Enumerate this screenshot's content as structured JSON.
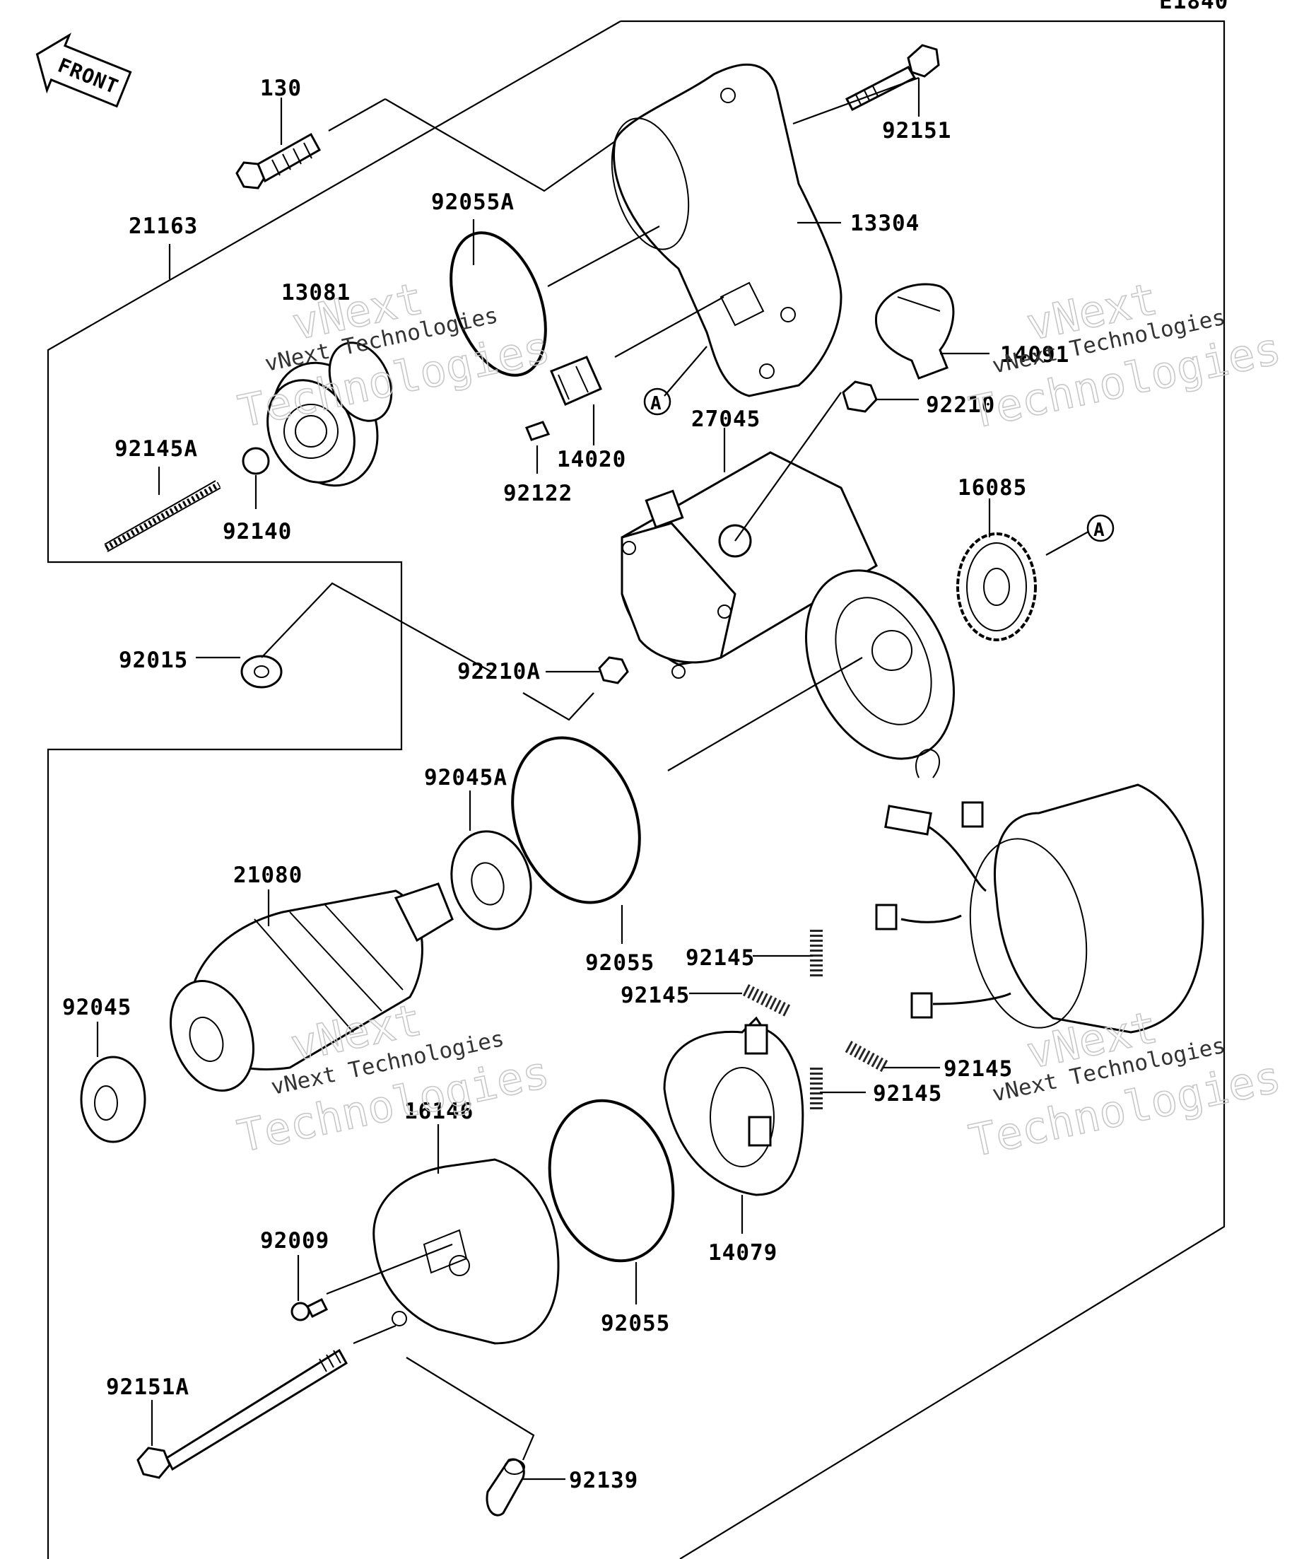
{
  "diagram_code": "E1840",
  "front_label": "FRONT",
  "reference_marker": "A",
  "watermarks": [
    {
      "big1": "vNext",
      "small": "vNext Technologies",
      "big2": "Technologies"
    },
    {
      "big1": "vNext",
      "small": "vNext Technologies",
      "big2": "Technologies"
    },
    {
      "big1": "vNext",
      "small": "vNext Technologies",
      "big2": "Technologies"
    },
    {
      "big1": "vNext",
      "small": "vNext Technologies",
      "big2": "Technologies"
    }
  ],
  "parts": {
    "p130": "130",
    "p92151": "92151",
    "p21163": "21163",
    "p92055A": "92055A",
    "p13304": "13304",
    "p13081": "13081",
    "p14091": "14091",
    "p92210": "92210",
    "p27045": "27045",
    "p14020": "14020",
    "p92145A": "92145A",
    "p92122": "92122",
    "p92140": "92140",
    "p16085": "16085",
    "p92015": "92015",
    "p92210A": "92210A",
    "p92045A": "92045A",
    "p21080": "21080",
    "p92055_1": "92055",
    "p92145_1": "92145",
    "p92145_2": "92145",
    "p92045": "92045",
    "p92145_3": "92145",
    "p92145_4": "92145",
    "p16146": "16146",
    "p92009": "92009",
    "p14079": "14079",
    "p92055_2": "92055",
    "p92151A": "92151A",
    "p92139": "92139"
  }
}
